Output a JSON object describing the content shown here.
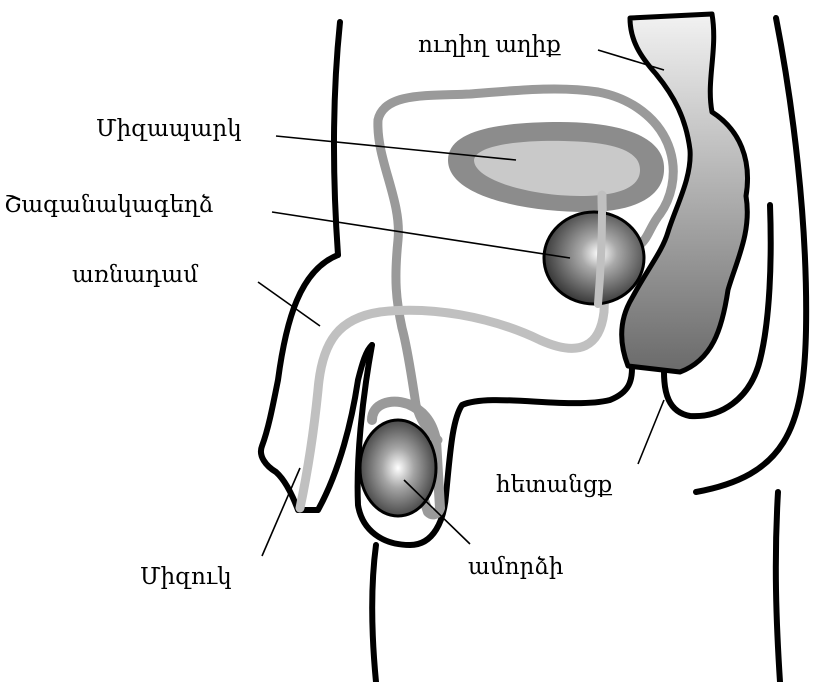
{
  "labels": {
    "rectum": "ուղիղ աղիք",
    "bladder": "Միզապարկ",
    "prostate": "Շագանակագեղձ",
    "penis": "առնադամ",
    "anus": "հետանցք",
    "urethra": "Միզուկ",
    "testicle": "ամորձի"
  },
  "colors": {
    "outline": "#000000",
    "urethra": "#c0c0c0",
    "vas_deferens": "#9a9a9a",
    "bladder_wall": "#8c8c8c",
    "bladder_inner": "#c9c9c9",
    "rectum_top": "#f0f0f0",
    "rectum_bottom": "#6f6f6f",
    "gland_highlight": "#ffffff",
    "gland_dark": "#2e2e2e"
  }
}
